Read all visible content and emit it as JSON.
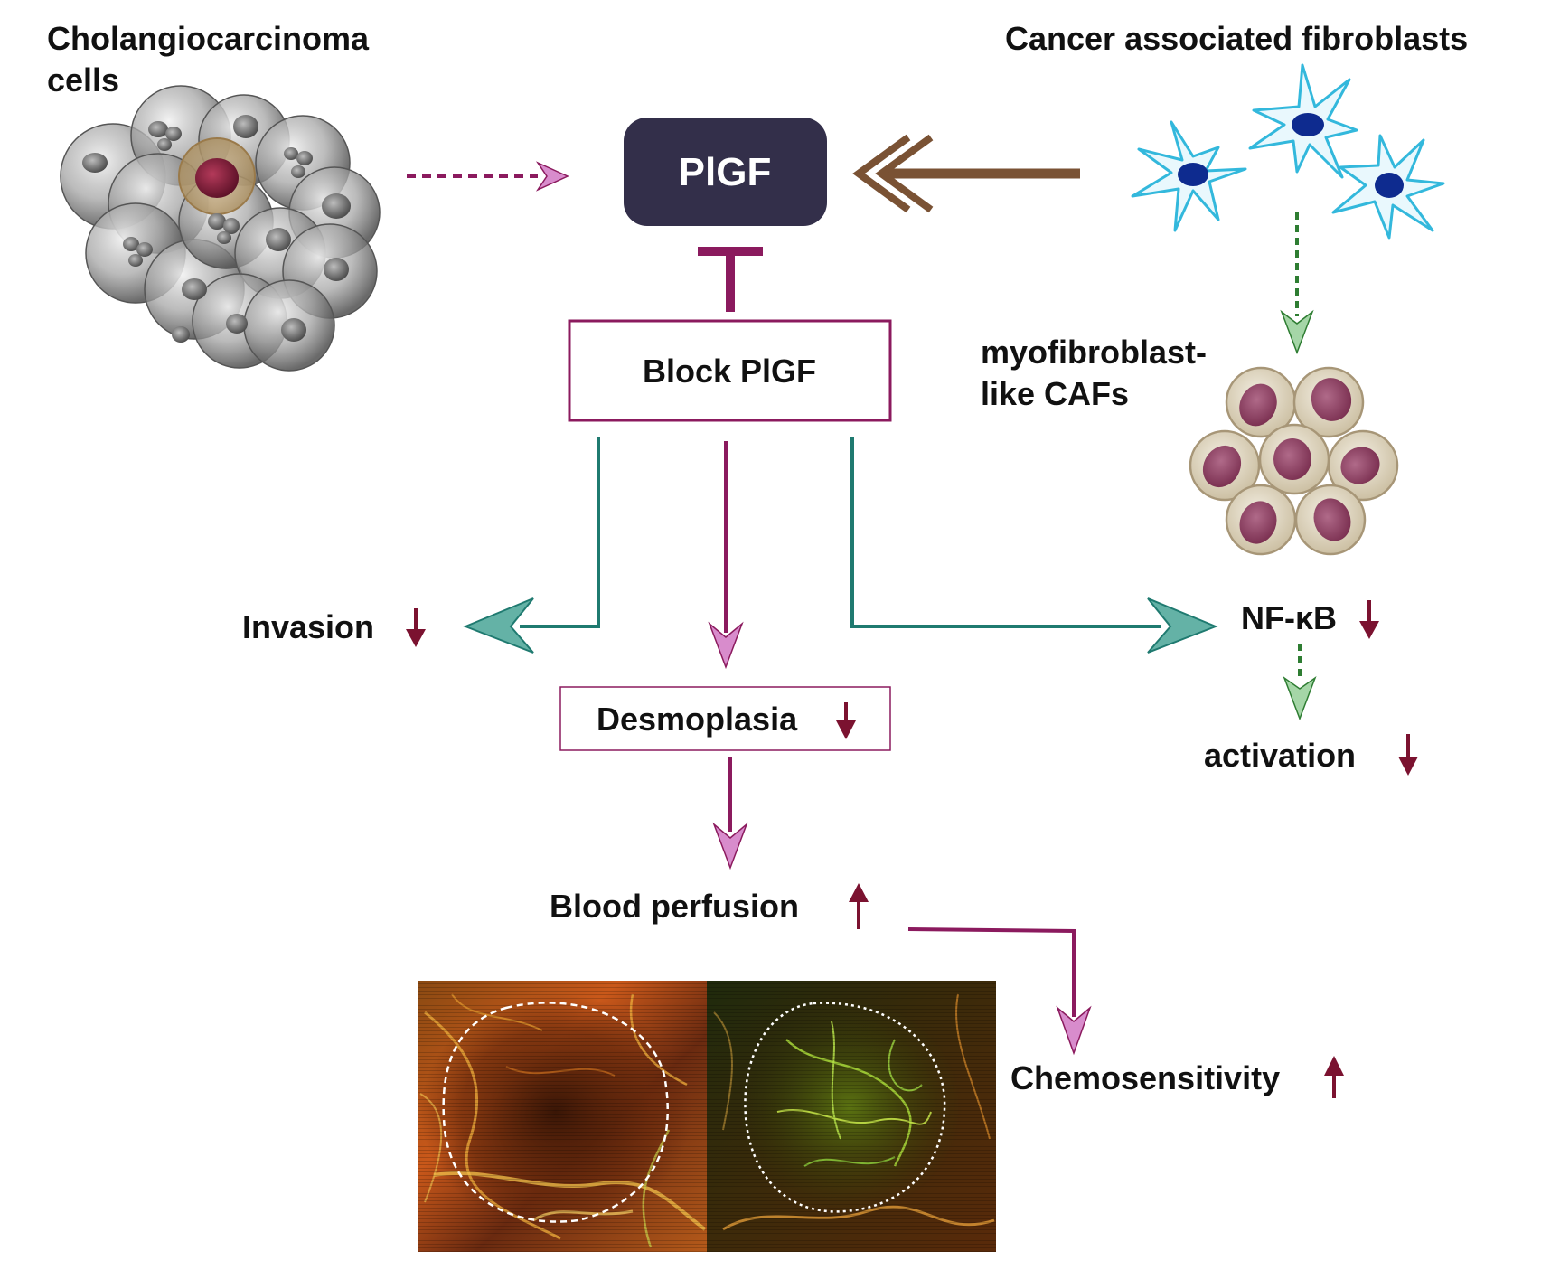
{
  "labels": {
    "chol_line1": "Cholangiocarcinoma",
    "chol_line2": "cells",
    "caf_title": "Cancer associated fibroblasts",
    "pigf": "PlGF",
    "block": "Block PlGF",
    "myo_line1": "myofibroblast-",
    "myo_line2": "like CAFs",
    "invasion": "Invasion",
    "nfkb": "NF-κB",
    "desmoplasia": "Desmoplasia",
    "activation": "activation",
    "blood": "Blood perfusion",
    "chemo": "Chemosensitivity"
  },
  "colors": {
    "magenta": "#8b1a5e",
    "pink_arrow": "#d88ccc",
    "teal": "#1f7a70",
    "teal_fill": "#64b2a6",
    "brown": "#7a5234",
    "green": "#2e7d32",
    "green_fill": "#a5d6a7",
    "maroon": "#7b1230",
    "pigf_box": "#332f4a",
    "caf_cyan": "#33b8dc",
    "caf_nucleus": "#0e2b8f",
    "myo_fill": "#e4dccb",
    "myo_edge": "#a79677",
    "myo_nucleus": "#8c3a60"
  },
  "icons": {
    "down": "down-arrow-icon",
    "up": "up-arrow-icon"
  }
}
